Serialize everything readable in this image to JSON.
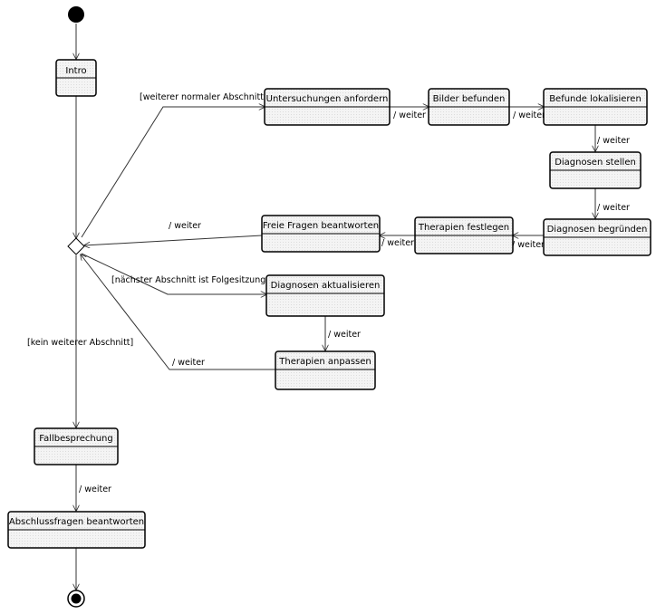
{
  "states": {
    "intro": "Intro",
    "untersuchungen": "Untersuchungen anfordern",
    "bilder": "Bilder befunden",
    "befunde": "Befunde lokalisieren",
    "diagnosen_stellen": "Diagnosen stellen",
    "diagnosen_begruenden": "Diagnosen begründen",
    "therapien_festlegen": "Therapien festlegen",
    "freie_fragen": "Freie Fragen beantworten",
    "diagnosen_aktualisieren": "Diagnosen aktualisieren",
    "therapien_anpassen": "Therapien anpassen",
    "fallbesprechung": "Fallbesprechung",
    "abschlussfragen": "Abschlussfragen beantworten"
  },
  "labels": {
    "weiter": "/ weiter",
    "guard_normal": "[weiterer normaler Abschnitt]",
    "guard_folgesitzung": "[nächster Abschnitt ist Folgesitzung]",
    "guard_kein": "[kein weiterer Abschnitt]"
  },
  "colors": {
    "line": "#333333",
    "border": "#000000",
    "fill": "#f2f2f2",
    "background": "#ffffff"
  }
}
